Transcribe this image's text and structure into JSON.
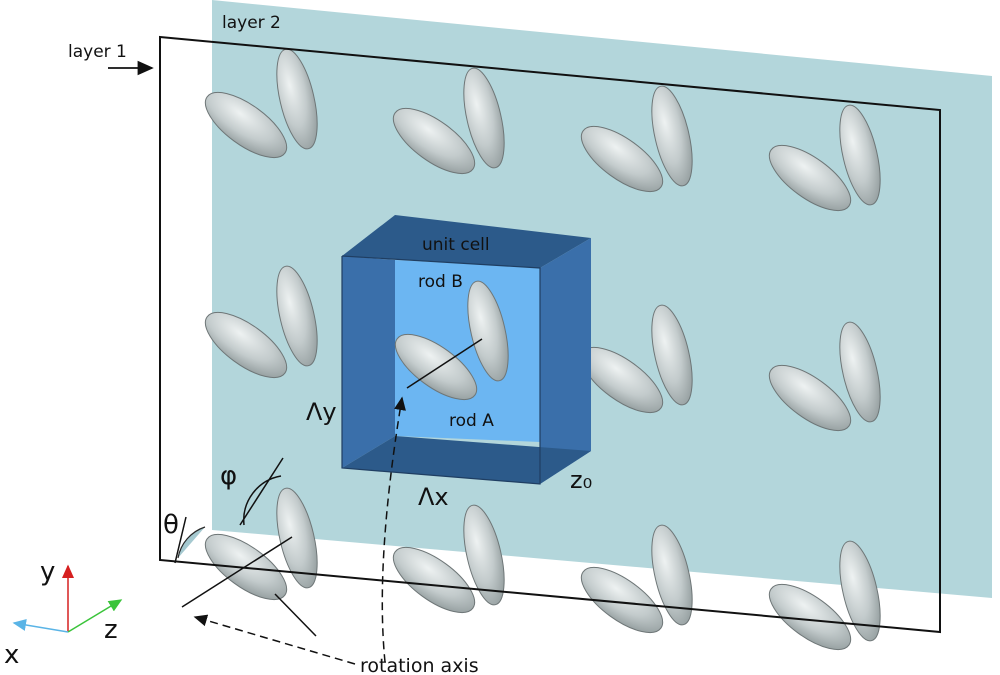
{
  "labels": {
    "layer2": "layer 2",
    "layer1": "layer 1",
    "unit_cell": "unit cell",
    "rod_b": "rod B",
    "rod_a": "rod A",
    "lambda_y": "Λy",
    "lambda_x": "Λx",
    "z0": "z₀",
    "phi": "φ",
    "theta": "θ",
    "axis_y": "y",
    "axis_z": "z",
    "axis_x": "x",
    "rotation_axis": "rotation axis"
  },
  "colors": {
    "layer2_fill": "#b3d6db",
    "unit_cell_back": "#6cb6f2",
    "unit_cell_side": "#3a6faa",
    "unit_cell_top": "#2c5a8a",
    "rod_fill": "#c9d1d2",
    "axis_y": "#d62020",
    "axis_z": "#3bc43b",
    "axis_x": "#5ab4e6"
  }
}
